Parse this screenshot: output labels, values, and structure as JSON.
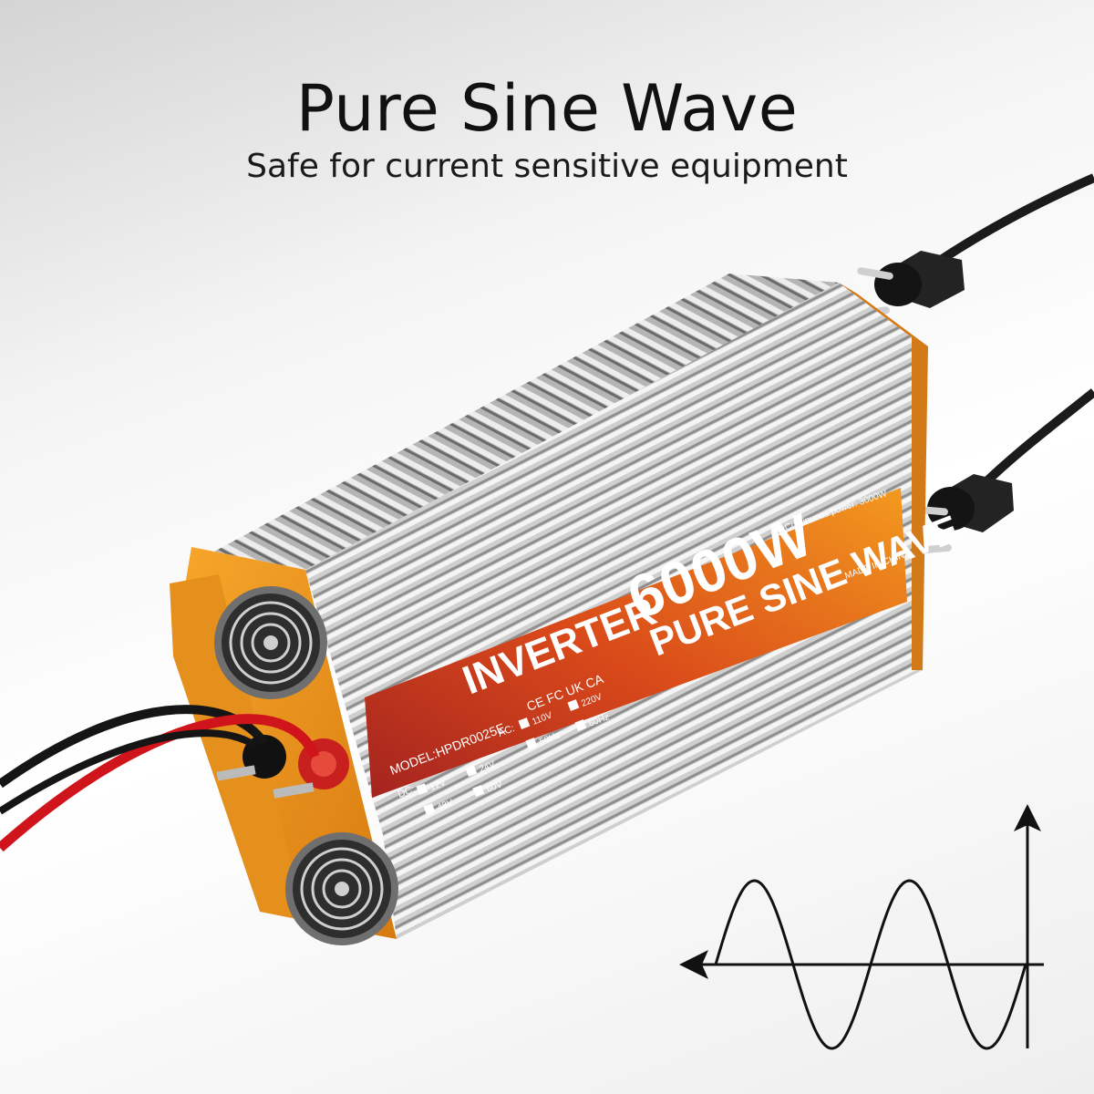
{
  "headline": "Pure Sine Wave",
  "subline": "Safe for current sensitive equipment",
  "product": {
    "label_inverter": "INVERTER",
    "label_power": "6000W",
    "label_wave": "PURE SINE WAVE",
    "continuous_power": "Continuous power: 3000W",
    "made_in": "MADE IN CHINA",
    "certifications": "CE FC UK CA",
    "model": "MODEL:HPDR0025E",
    "dc_label": "DC:",
    "ac_label": "AC:",
    "dc_options": [
      "12V",
      "24V",
      "48V",
      "60V"
    ],
    "ac_options": [
      "110V",
      "220V",
      "50Hz",
      "60Hz"
    ]
  },
  "colors": {
    "orange": "#f0901c",
    "red": "#b22a22",
    "silver": "#c8c8c8"
  },
  "icons": [
    "power-plug-icon",
    "sine-wave-icon"
  ]
}
